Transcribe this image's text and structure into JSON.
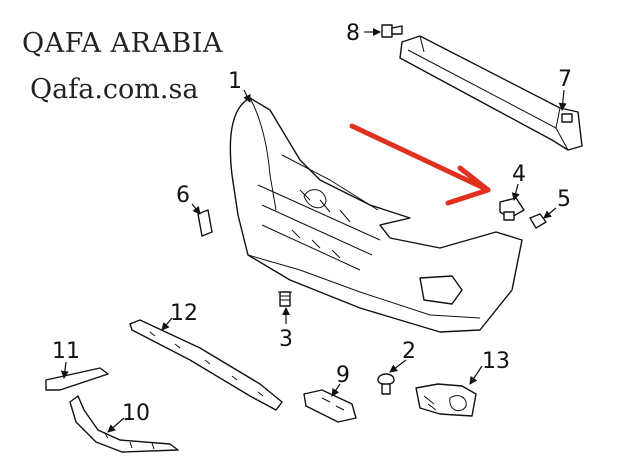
{
  "brand": {
    "name": "QAFA ARABIA",
    "website": "Qafa.com.sa"
  },
  "callouts": {
    "c1": "1",
    "c2": "2",
    "c3": "3",
    "c4": "4",
    "c5": "5",
    "c6": "6",
    "c7": "7",
    "c8": "8",
    "c9": "9",
    "c10": "10",
    "c11": "11",
    "c12": "12",
    "c13": "13"
  },
  "colors": {
    "highlight_arrow": "#e0301e",
    "line": "#111111"
  }
}
